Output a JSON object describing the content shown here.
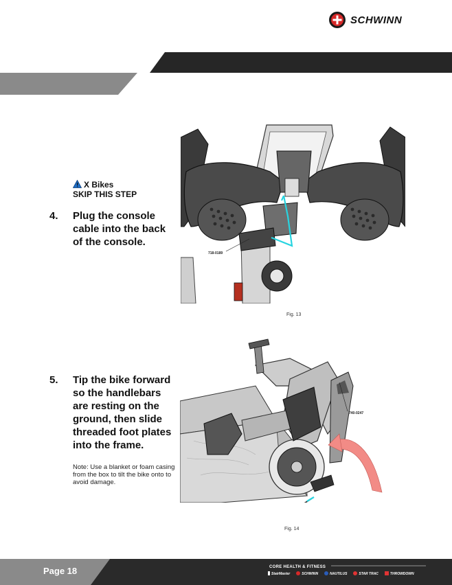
{
  "header": {
    "brand": "SCHWINN"
  },
  "steps": [
    {
      "warning": "X Bikes",
      "warning_action": "SKIP THIS STEP",
      "number": "4.",
      "text": "Plug the console cable into the back of the console.",
      "part_label": "718-0189",
      "figure_caption": "Fig. 13"
    },
    {
      "number": "5.",
      "text": "Tip the bike forward so the handlebars are resting on the ground, then slide threaded foot plates into the frame.",
      "note": "Note: Use a blanket or foam casing from the box to tilt the bike onto to avoid damage.",
      "part_label": "740-0247",
      "figure_caption": "Fig. 14"
    }
  ],
  "footer": {
    "page": "Page 18",
    "company": "CORE HEALTH & FITNESS",
    "brands": [
      "StairMaster",
      "SCHWINN",
      "NAUTILUS",
      "STAR TRAC",
      "THROWDOWN"
    ]
  },
  "colors": {
    "band_dark": "#262626",
    "band_grey": "#8a8a8a",
    "accent_cable": "#27d4e0",
    "arrow": "#f28b86",
    "warning": "#1f6fc7"
  }
}
